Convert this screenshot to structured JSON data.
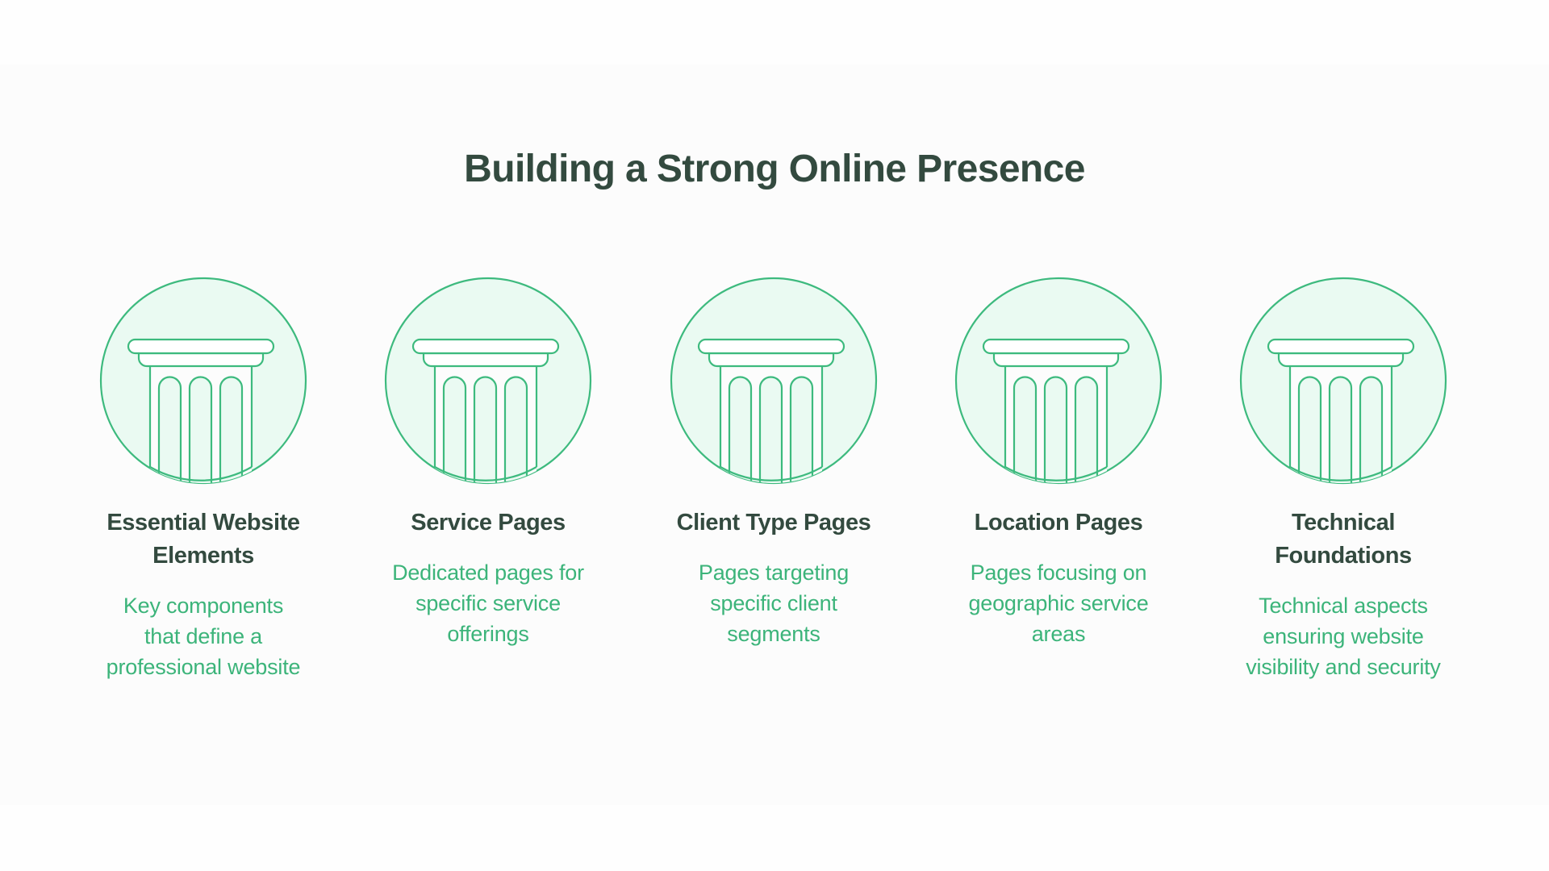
{
  "title": "Building a Strong Online Presence",
  "colors": {
    "title_text": "#334a3f",
    "description_text": "#3cb47a",
    "icon_stroke": "#3dba7e",
    "icon_fill": "#eafaf2",
    "background": "#fcfcfc"
  },
  "pillars": [
    {
      "icon": "pillar-column-icon",
      "heading_lines": [
        "Essential Website",
        "Elements"
      ],
      "description_lines": [
        "Key components",
        "that define a",
        "professional website"
      ]
    },
    {
      "icon": "pillar-column-icon",
      "heading_lines": [
        "Service Pages"
      ],
      "description_lines": [
        "Dedicated pages for",
        "specific service",
        "offerings"
      ]
    },
    {
      "icon": "pillar-column-icon",
      "heading_lines": [
        "Client Type Pages"
      ],
      "description_lines": [
        "Pages targeting",
        "specific client",
        "segments"
      ]
    },
    {
      "icon": "pillar-column-icon",
      "heading_lines": [
        "Location Pages"
      ],
      "description_lines": [
        "Pages focusing on",
        "geographic service",
        "areas"
      ]
    },
    {
      "icon": "pillar-column-icon",
      "heading_lines": [
        "Technical",
        "Foundations"
      ],
      "description_lines": [
        "Technical aspects",
        "ensuring website",
        "visibility and security"
      ]
    }
  ]
}
